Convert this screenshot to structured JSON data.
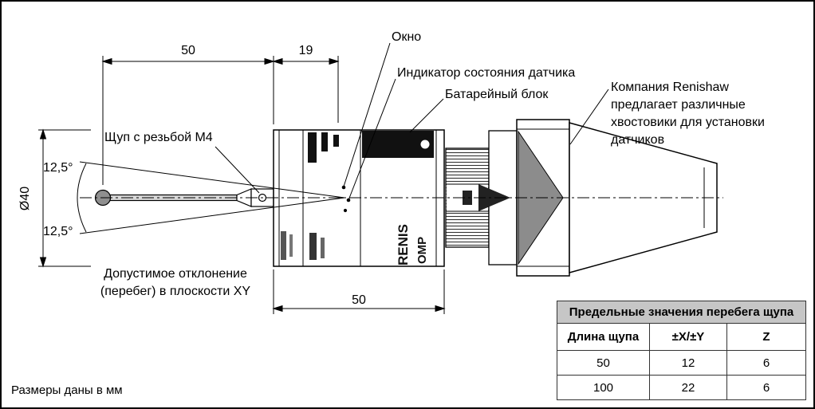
{
  "drawing": {
    "dimensions": {
      "stylus_length": "50",
      "front_to_window": "19",
      "body_length": "50",
      "body_diameter": "Ø40",
      "overtravel_angle_upper": "12,5°",
      "overtravel_angle_lower": "12,5°"
    },
    "callouts": {
      "window": "Окно",
      "status_indicator": "Индикатор состояния датчика",
      "battery_pack": "Батарейный блок",
      "shank_note": "Компания Renishaw\nпредлагает различные\nхвостовики для установки\nдатчиков",
      "stylus_thread": "Щуп с резьбой M4",
      "overtravel_note": "Допустимое отклонение\n(перебег) в плоскости XY"
    },
    "branding": {
      "line1": "RENIS",
      "line2": "OMP"
    }
  },
  "table": {
    "title": "Предельные значения перебега щупа",
    "columns": [
      "Длина щупа",
      "±X/±Y",
      "Z"
    ],
    "rows": [
      [
        "50",
        "12",
        "6"
      ],
      [
        "100",
        "22",
        "6"
      ]
    ]
  },
  "footer": {
    "units_note": "Размеры даны в мм"
  }
}
